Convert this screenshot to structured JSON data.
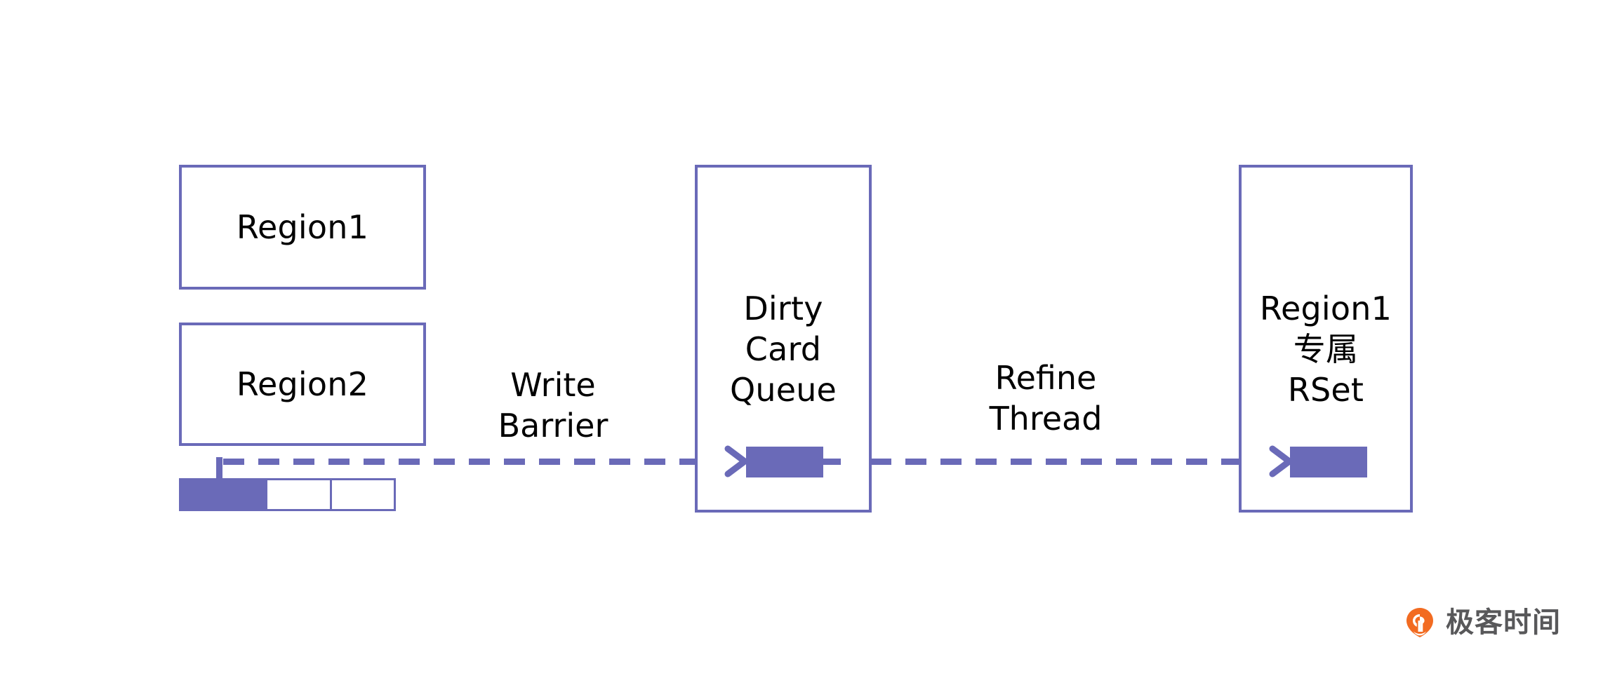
{
  "diagram": {
    "title": "G1 Write Barrier and Refine Thread RSet update flow",
    "colors": {
      "accent_purple": "#6a6ab8",
      "text_black": "#000000",
      "watermark_orange": "#f26b21",
      "watermark_gray": "#58585a",
      "background": "#ffffff"
    },
    "regions": [
      {
        "id": "region1",
        "label": "Region1"
      },
      {
        "id": "region2",
        "label": "Region2"
      }
    ],
    "card_table": {
      "name": "card-table",
      "cells": [
        {
          "index": 0,
          "state": "dirty",
          "filled": true
        },
        {
          "index": 1,
          "state": "clean",
          "filled": false
        },
        {
          "index": 2,
          "state": "clean",
          "filled": false
        }
      ]
    },
    "containers": [
      {
        "id": "dirty-card-queue",
        "label": "Dirty\nCard\nQueue"
      },
      {
        "id": "rset",
        "label": "Region1\n专属\nRSet"
      }
    ],
    "flow_labels": [
      {
        "id": "write-barrier",
        "label": "Write\nBarrier"
      },
      {
        "id": "refine-thread",
        "label": "Refine\nThread"
      }
    ],
    "connectors": [
      {
        "id": "flow-1",
        "from": "card-table",
        "to": "dirty-card-queue",
        "style": "dashed",
        "label": "Write Barrier"
      },
      {
        "id": "flow-2",
        "from": "dirty-card-queue",
        "to": "rset",
        "style": "dashed",
        "label": "Refine Thread"
      }
    ]
  },
  "watermark": {
    "text": "极客时间"
  }
}
